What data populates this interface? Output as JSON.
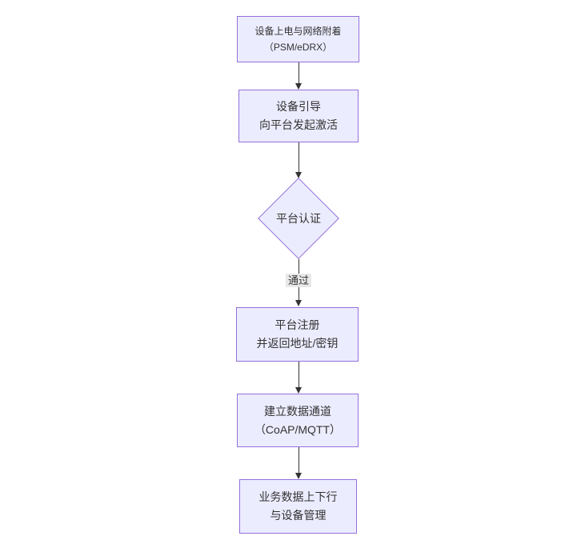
{
  "diagram": {
    "type": "flowchart",
    "direction": "top-down",
    "nodes": [
      {
        "id": "A",
        "shape": "rect",
        "line1": "设备上电与网络附着",
        "line2": "（PSM/eDRX）"
      },
      {
        "id": "B",
        "shape": "rect",
        "line1": "设备引导",
        "line2": "向平台发起激活"
      },
      {
        "id": "C",
        "shape": "diamond",
        "line1": "平台认证",
        "line2": ""
      },
      {
        "id": "D",
        "shape": "rect",
        "line1": "平台注册",
        "line2": "并返回地址/密钥"
      },
      {
        "id": "E",
        "shape": "rect",
        "line1": "建立数据通道",
        "line2": "（CoAP/MQTT）"
      },
      {
        "id": "F",
        "shape": "rect",
        "line1": "业务数据上下行",
        "line2": "与设备管理"
      }
    ],
    "edges": [
      {
        "from": "A",
        "to": "B",
        "label": ""
      },
      {
        "from": "B",
        "to": "C",
        "label": ""
      },
      {
        "from": "C",
        "to": "D",
        "label": "通过"
      },
      {
        "from": "D",
        "to": "E",
        "label": ""
      },
      {
        "from": "E",
        "to": "F",
        "label": ""
      }
    ],
    "colors": {
      "node_fill": "#ECECFF",
      "node_border": "#9370DB",
      "text": "#333333",
      "edge_line": "#333333",
      "edge_label_bg": "#e8e8e8",
      "background": "#ffffff"
    }
  }
}
